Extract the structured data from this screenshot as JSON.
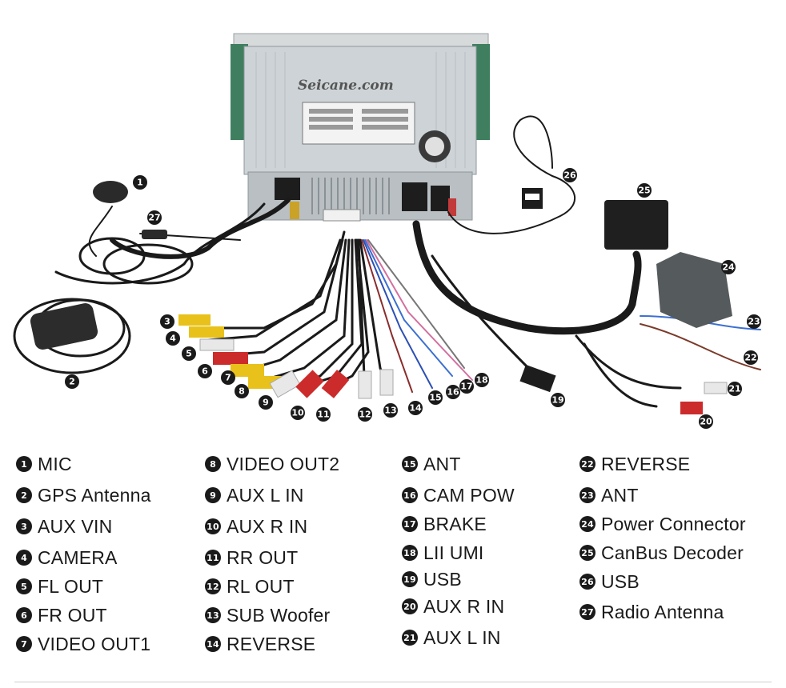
{
  "watermark": "Seicane.com",
  "callouts": [
    {
      "n": "1",
      "label": "MIC"
    },
    {
      "n": "2",
      "label": "GPS Antenna"
    },
    {
      "n": "3",
      "label": "AUX VIN"
    },
    {
      "n": "4",
      "label": "CAMERA"
    },
    {
      "n": "5",
      "label": "FL OUT"
    },
    {
      "n": "6",
      "label": "FR OUT"
    },
    {
      "n": "7",
      "label": "VIDEO OUT1"
    },
    {
      "n": "8",
      "label": "VIDEO OUT2"
    },
    {
      "n": "9",
      "label": "AUX L IN"
    },
    {
      "n": "10",
      "label": "AUX R IN"
    },
    {
      "n": "11",
      "label": "RR OUT"
    },
    {
      "n": "12",
      "label": "RL OUT"
    },
    {
      "n": "13",
      "label": "SUB Woofer"
    },
    {
      "n": "14",
      "label": "REVERSE"
    },
    {
      "n": "15",
      "label": "ANT"
    },
    {
      "n": "16",
      "label": "CAM POW"
    },
    {
      "n": "17",
      "label": "BRAKE"
    },
    {
      "n": "18",
      "label": "LII UMI"
    },
    {
      "n": "19",
      "label": "USB"
    },
    {
      "n": "20",
      "label": "AUX R IN"
    },
    {
      "n": "21",
      "label": "AUX L IN"
    },
    {
      "n": "22",
      "label": "REVERSE"
    },
    {
      "n": "23",
      "label": "ANT"
    },
    {
      "n": "24",
      "label": "Power Connector"
    },
    {
      "n": "25",
      "label": "CanBus Decoder"
    },
    {
      "n": "26",
      "label": "USB"
    },
    {
      "n": "27",
      "label": "Radio Antenna"
    }
  ]
}
